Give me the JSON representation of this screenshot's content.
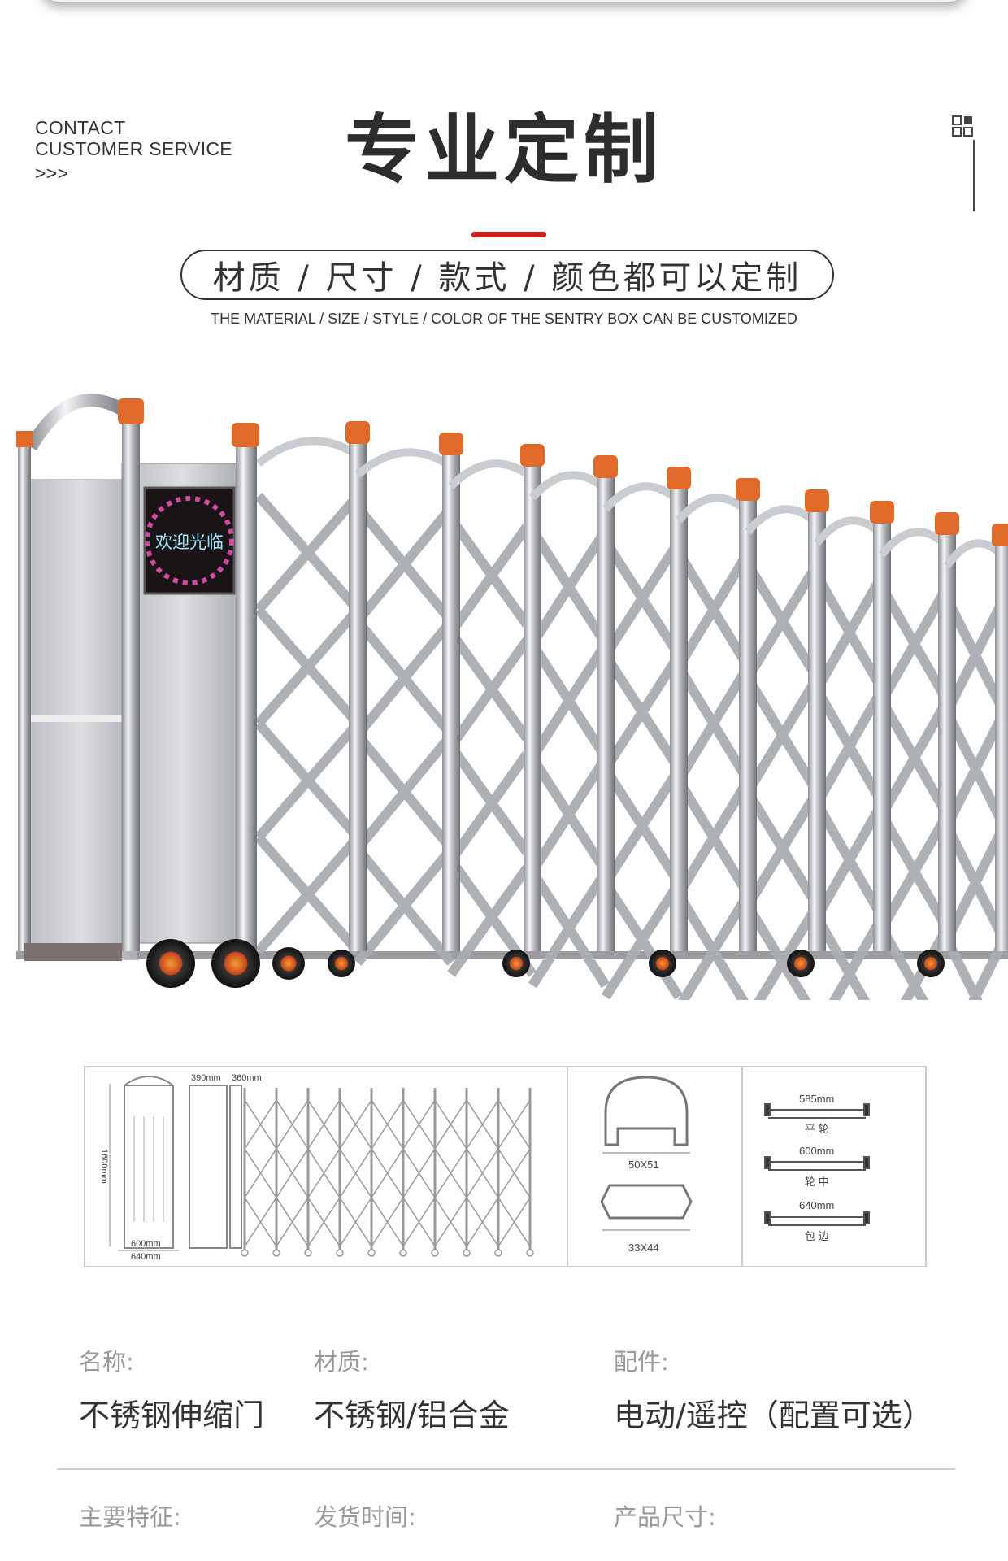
{
  "contact": {
    "line1": "CONTACT",
    "line2": "CUSTOMER SERVICE",
    "arrows": ">>>"
  },
  "header": {
    "title": "专业定制",
    "pill_text": "材质 / 尺寸 / 款式 / 颜色都可以定制",
    "subtitle": "THE MATERIAL / SIZE / STYLE / COLOR OF THE SENTRY BOX CAN BE CUSTOMIZED",
    "accent_color": "#cc1f1f",
    "icon": "grid-icon"
  },
  "gate": {
    "sign_text": "欢迎光临"
  },
  "diagram": {
    "width_1": "390mm",
    "width_2": "360mm",
    "height": "1600mm",
    "base_1": "600mm",
    "base_2": "640mm",
    "profile_1": "50X51",
    "profile_2": "33X44",
    "wheel_1_size": "585mm",
    "wheel_1_name": "平 轮",
    "wheel_2_size": "600mm",
    "wheel_2_name": "轮 中",
    "wheel_3_size": "640mm",
    "wheel_3_name": "包 边"
  },
  "specs": {
    "name_label": "名称:",
    "name_value": "不锈钢伸缩门",
    "material_label": "材质:",
    "material_value": "不锈钢/铝合金",
    "parts_label": "配件:",
    "parts_value": "电动/遥控（配置可选）",
    "feature_label": "主要特征:",
    "delivery_label": "发货时间:",
    "size_label": "产品尺寸:"
  }
}
